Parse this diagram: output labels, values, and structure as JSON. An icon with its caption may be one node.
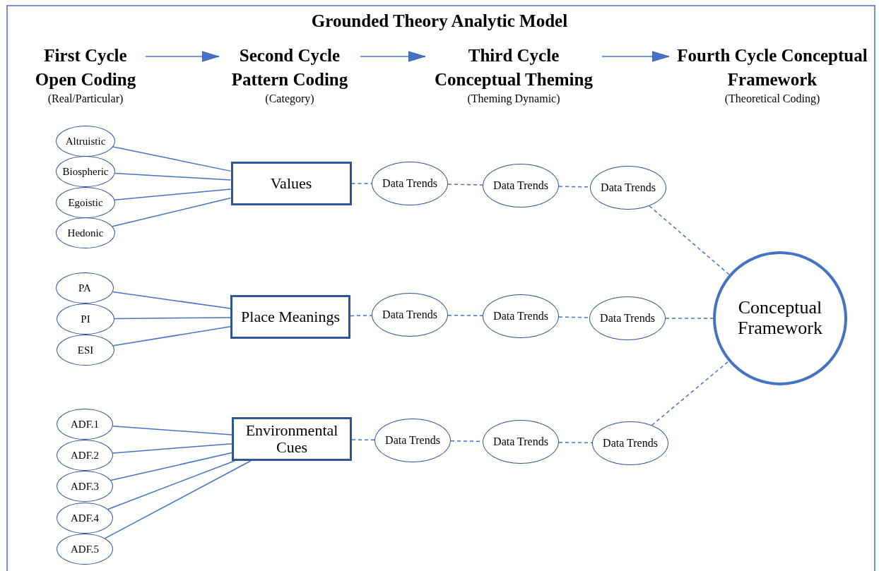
{
  "diagram": {
    "title": "Grounded Theory Analytic Model",
    "nodes": [
      {
        "text": [
          "First Cycle Open Coding",
          "(Real/Particular)"
        ]
      },
      {
        "text": [
          "Second Cycle Pattern Coding",
          "(Category)"
        ]
      },
      {
        "text": [
          "Third Cycle Conceptual Theming",
          "(Theming Dynamic)"
        ]
      },
      {
        "text": [
          "Fourth Cycle Conceptual Framework",
          "(Theoretical Coding)"
        ]
      },
      {
        "text": [
          "Altruistic"
        ]
      },
      {
        "text": [
          "Biospheric"
        ]
      },
      {
        "text": [
          "Egoistic"
        ]
      },
      {
        "text": [
          "Hedonic"
        ]
      },
      {
        "text": [
          "Values"
        ]
      },
      {
        "text": [
          "Data Trends"
        ]
      },
      {
        "text": [
          "Data Trends"
        ]
      },
      {
        "text": [
          "Data Trends"
        ]
      },
      {
        "text": [
          "PA"
        ]
      },
      {
        "text": [
          "PI"
        ]
      },
      {
        "text": [
          "ESI"
        ]
      },
      {
        "text": [
          "Place Meanings"
        ]
      },
      {
        "text": [
          "Data Trends"
        ]
      },
      {
        "text": [
          "Data Trends"
        ]
      },
      {
        "text": [
          "Data Trends"
        ]
      },
      {
        "text": [
          "ADF.1"
        ]
      },
      {
        "text": [
          "ADF.2"
        ]
      },
      {
        "text": [
          "ADF.3"
        ]
      },
      {
        "text": [
          "ADF.4"
        ]
      },
      {
        "text": [
          "ADF.5"
        ]
      },
      {
        "text": [
          "Environmental Cues"
        ]
      },
      {
        "text": [
          "Data Trends"
        ]
      },
      {
        "text": [
          "Data Trends"
        ]
      },
      {
        "text": [
          "Data Trends"
        ]
      },
      {
        "text": [
          "Conceptual Framework"
        ]
      }
    ],
    "edges": [
      {
        "from": 0,
        "to": 1,
        "arrow": "to"
      },
      {
        "from": 1,
        "to": 2,
        "arrow": "to"
      },
      {
        "from": 2,
        "to": 3,
        "arrow": "to"
      },
      {
        "from": 4,
        "to": 8,
        "arrow": "none"
      },
      {
        "from": 5,
        "to": 8,
        "arrow": "none"
      },
      {
        "from": 6,
        "to": 8,
        "arrow": "none"
      },
      {
        "from": 7,
        "to": 8,
        "arrow": "none"
      },
      {
        "from": 8,
        "to": 9,
        "arrow": "none",
        "style": "dashed"
      },
      {
        "from": 9,
        "to": 10,
        "arrow": "none",
        "style": "dashed"
      },
      {
        "from": 10,
        "to": 11,
        "arrow": "none",
        "style": "dashed"
      },
      {
        "from": 11,
        "to": 28,
        "arrow": "none",
        "style": "dashed"
      },
      {
        "from": 12,
        "to": 15,
        "arrow": "none"
      },
      {
        "from": 13,
        "to": 15,
        "arrow": "none"
      },
      {
        "from": 14,
        "to": 15,
        "arrow": "none"
      },
      {
        "from": 15,
        "to": 16,
        "arrow": "none",
        "style": "dashed"
      },
      {
        "from": 16,
        "to": 17,
        "arrow": "none",
        "style": "dashed"
      },
      {
        "from": 17,
        "to": 18,
        "arrow": "none",
        "style": "dashed"
      },
      {
        "from": 18,
        "to": 28,
        "arrow": "none",
        "style": "dashed"
      },
      {
        "from": 19,
        "to": 24,
        "arrow": "none"
      },
      {
        "from": 20,
        "to": 24,
        "arrow": "none"
      },
      {
        "from": 21,
        "to": 24,
        "arrow": "none"
      },
      {
        "from": 22,
        "to": 24,
        "arrow": "none"
      },
      {
        "from": 23,
        "to": 24,
        "arrow": "none"
      },
      {
        "from": 24,
        "to": 25,
        "arrow": "none",
        "style": "dashed"
      },
      {
        "from": 25,
        "to": 26,
        "arrow": "none",
        "style": "dashed"
      },
      {
        "from": 26,
        "to": 27,
        "arrow": "none",
        "style": "dashed"
      },
      {
        "from": 27,
        "to": 28,
        "arrow": "none",
        "style": "dashed"
      }
    ]
  }
}
